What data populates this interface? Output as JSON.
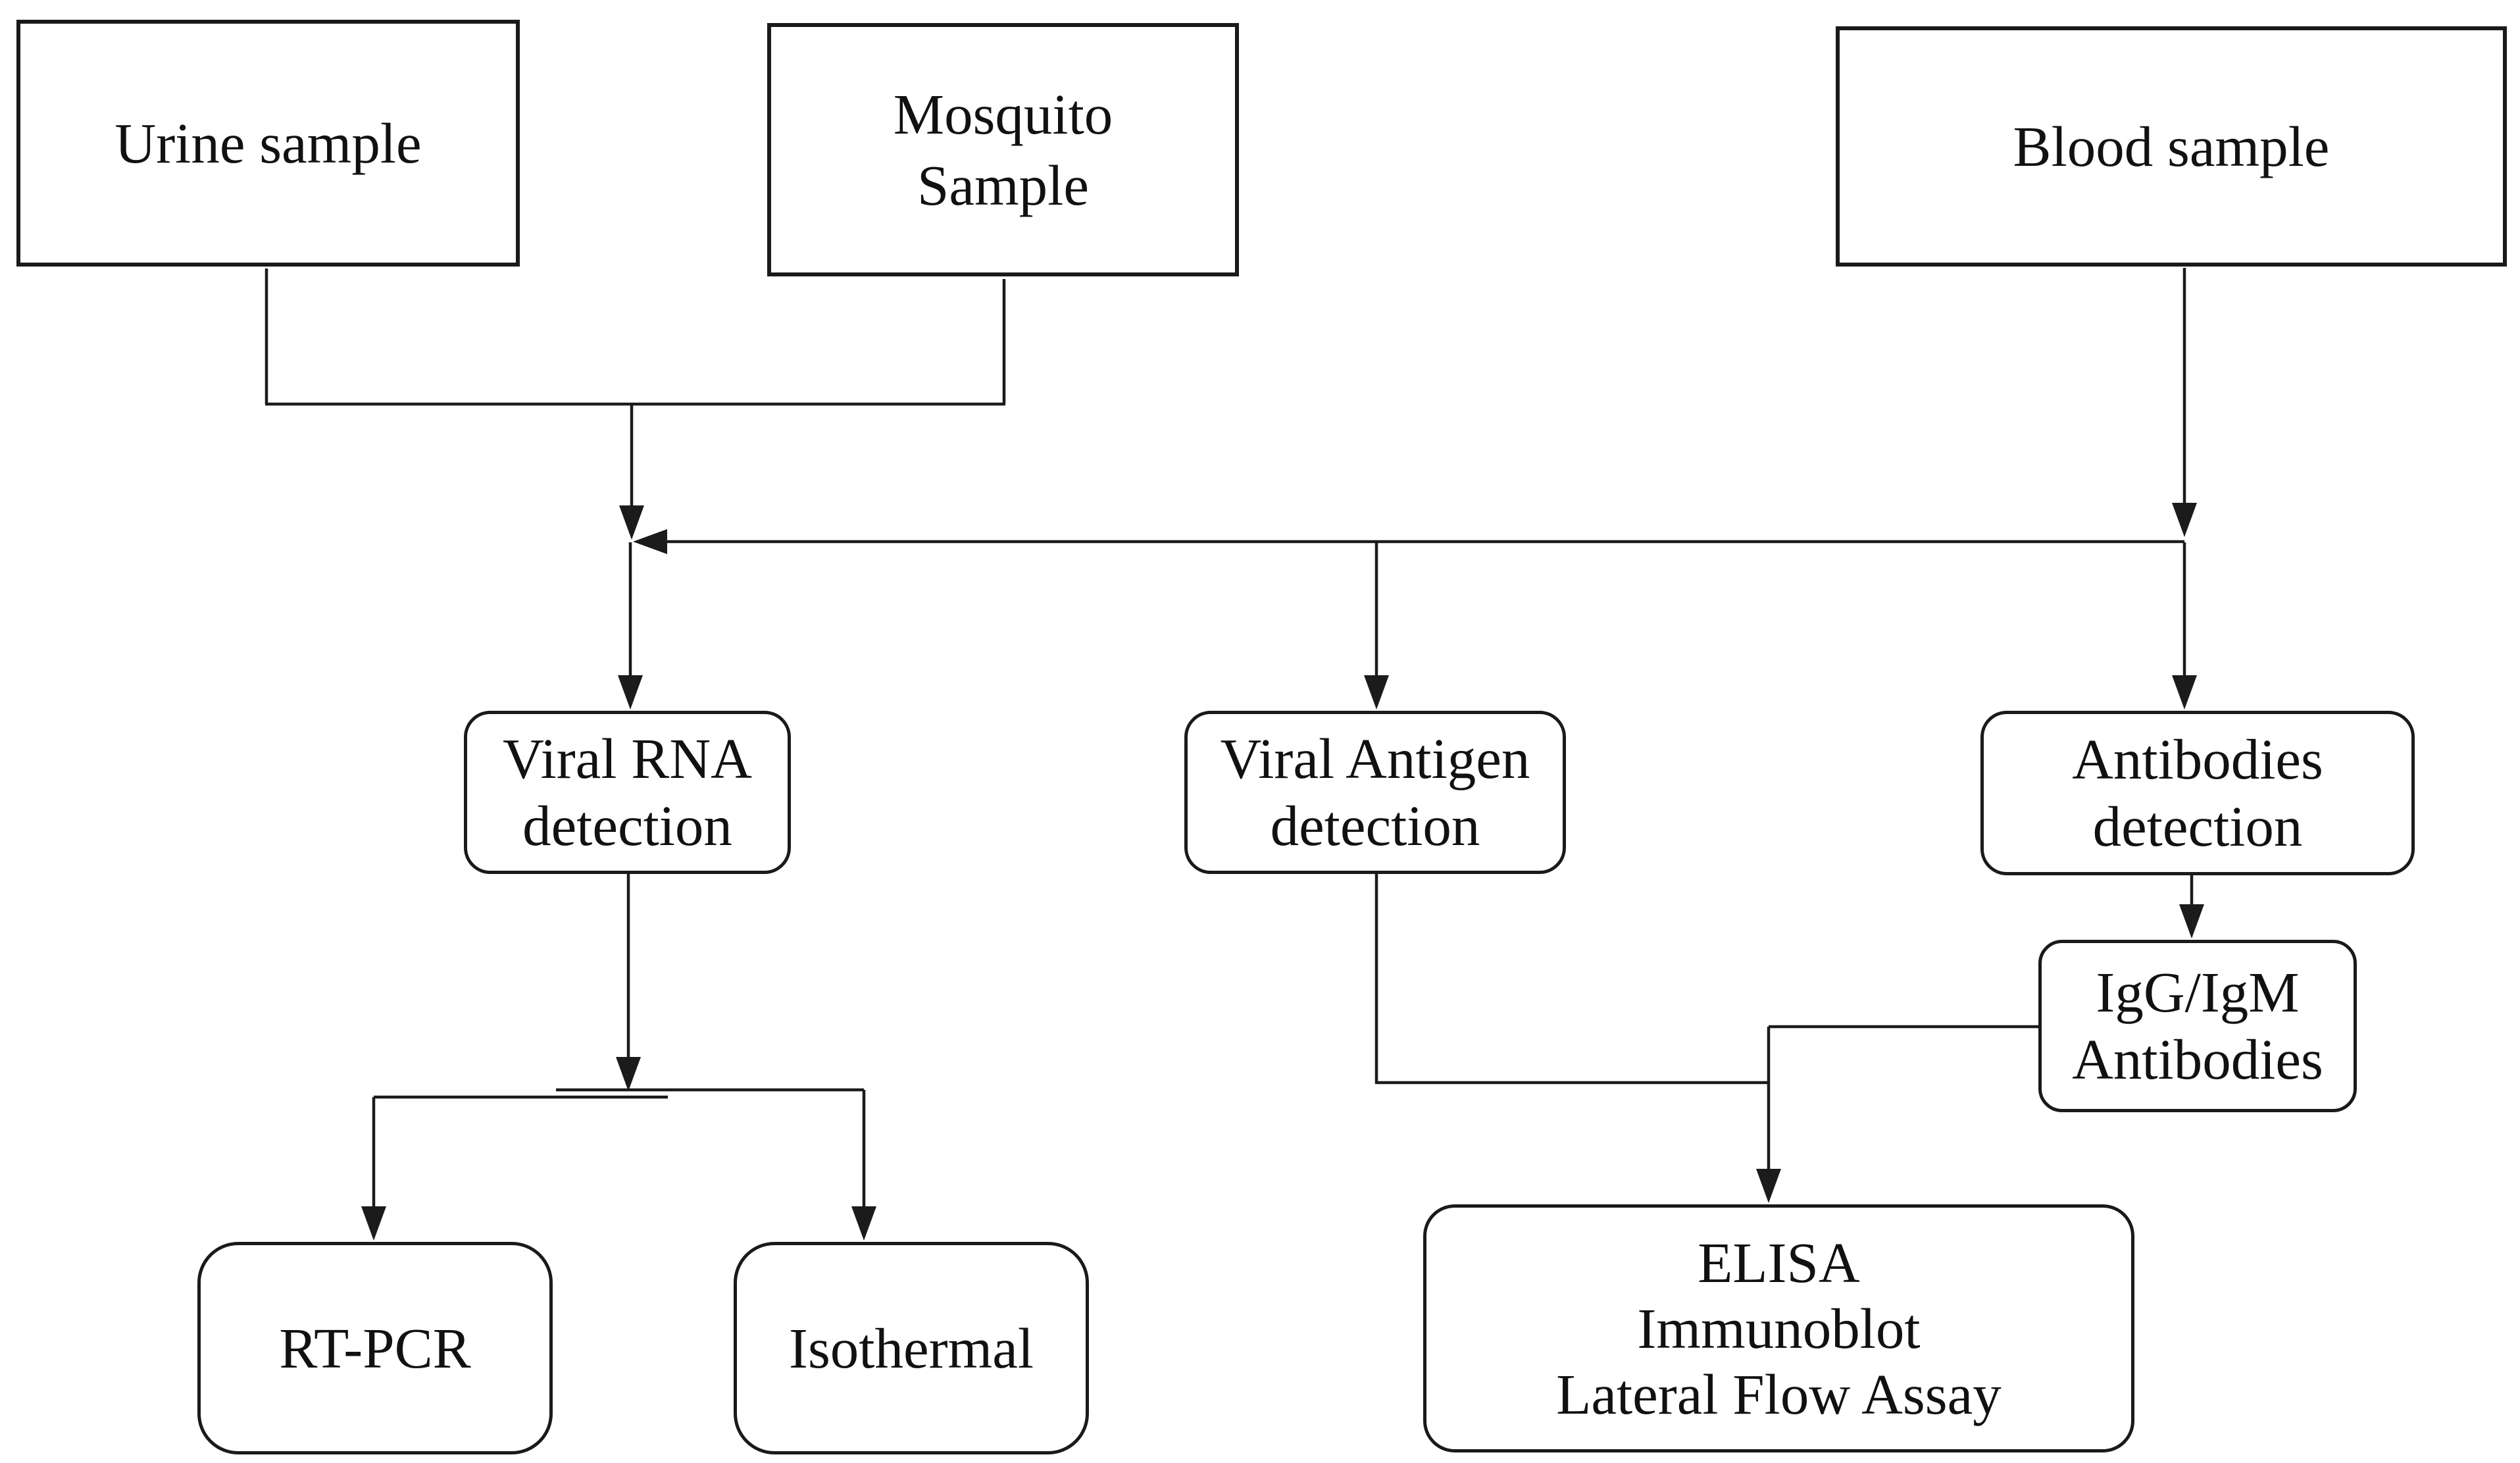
{
  "diagram": {
    "type": "flowchart",
    "colors": {
      "background": "#ffffff",
      "line": "#1b1b1b",
      "text": "#111111"
    },
    "nodes": {
      "urine": {
        "lines": [
          "Urine sample"
        ]
      },
      "mosquito": {
        "lines": [
          "Mosquito",
          "Sample"
        ]
      },
      "blood": {
        "lines": [
          "Blood sample"
        ]
      },
      "viral_rna": {
        "lines": [
          "Viral RNA",
          "detection"
        ]
      },
      "viral_antigen": {
        "lines": [
          "Viral Antigen",
          "detection"
        ]
      },
      "antibodies": {
        "lines": [
          "Antibodies",
          "detection"
        ]
      },
      "igg_igm": {
        "lines": [
          "IgG/IgM",
          "Antibodies"
        ]
      },
      "rt_pcr": {
        "lines": [
          "RT-PCR"
        ]
      },
      "isothermal": {
        "lines": [
          "Isothermal"
        ]
      },
      "elisa": {
        "lines": [
          "ELISA",
          "Immunoblot",
          "Lateral Flow Assay"
        ]
      }
    },
    "edges": [
      {
        "from": "urine",
        "to": "sample-merge",
        "arrow": false
      },
      {
        "from": "mosquito",
        "to": "sample-merge",
        "arrow": false
      },
      {
        "from": "sample-merge",
        "to": "detection-bus",
        "arrow": true
      },
      {
        "from": "blood",
        "to": "detection-bus",
        "arrow": true
      },
      {
        "from": "detection-bus",
        "to": "viral_rna",
        "arrow": true
      },
      {
        "from": "detection-bus",
        "to": "viral_antigen",
        "arrow": true
      },
      {
        "from": "detection-bus",
        "to": "antibodies",
        "arrow": true
      },
      {
        "from": "antibodies",
        "to": "igg_igm",
        "arrow": true
      },
      {
        "from": "viral_rna",
        "to": "rt_pcr",
        "arrow": true
      },
      {
        "from": "viral_rna",
        "to": "isothermal",
        "arrow": true
      },
      {
        "from": "viral_antigen",
        "to": "elisa",
        "arrow": true
      },
      {
        "from": "igg_igm",
        "to": "elisa",
        "arrow": true
      }
    ]
  }
}
